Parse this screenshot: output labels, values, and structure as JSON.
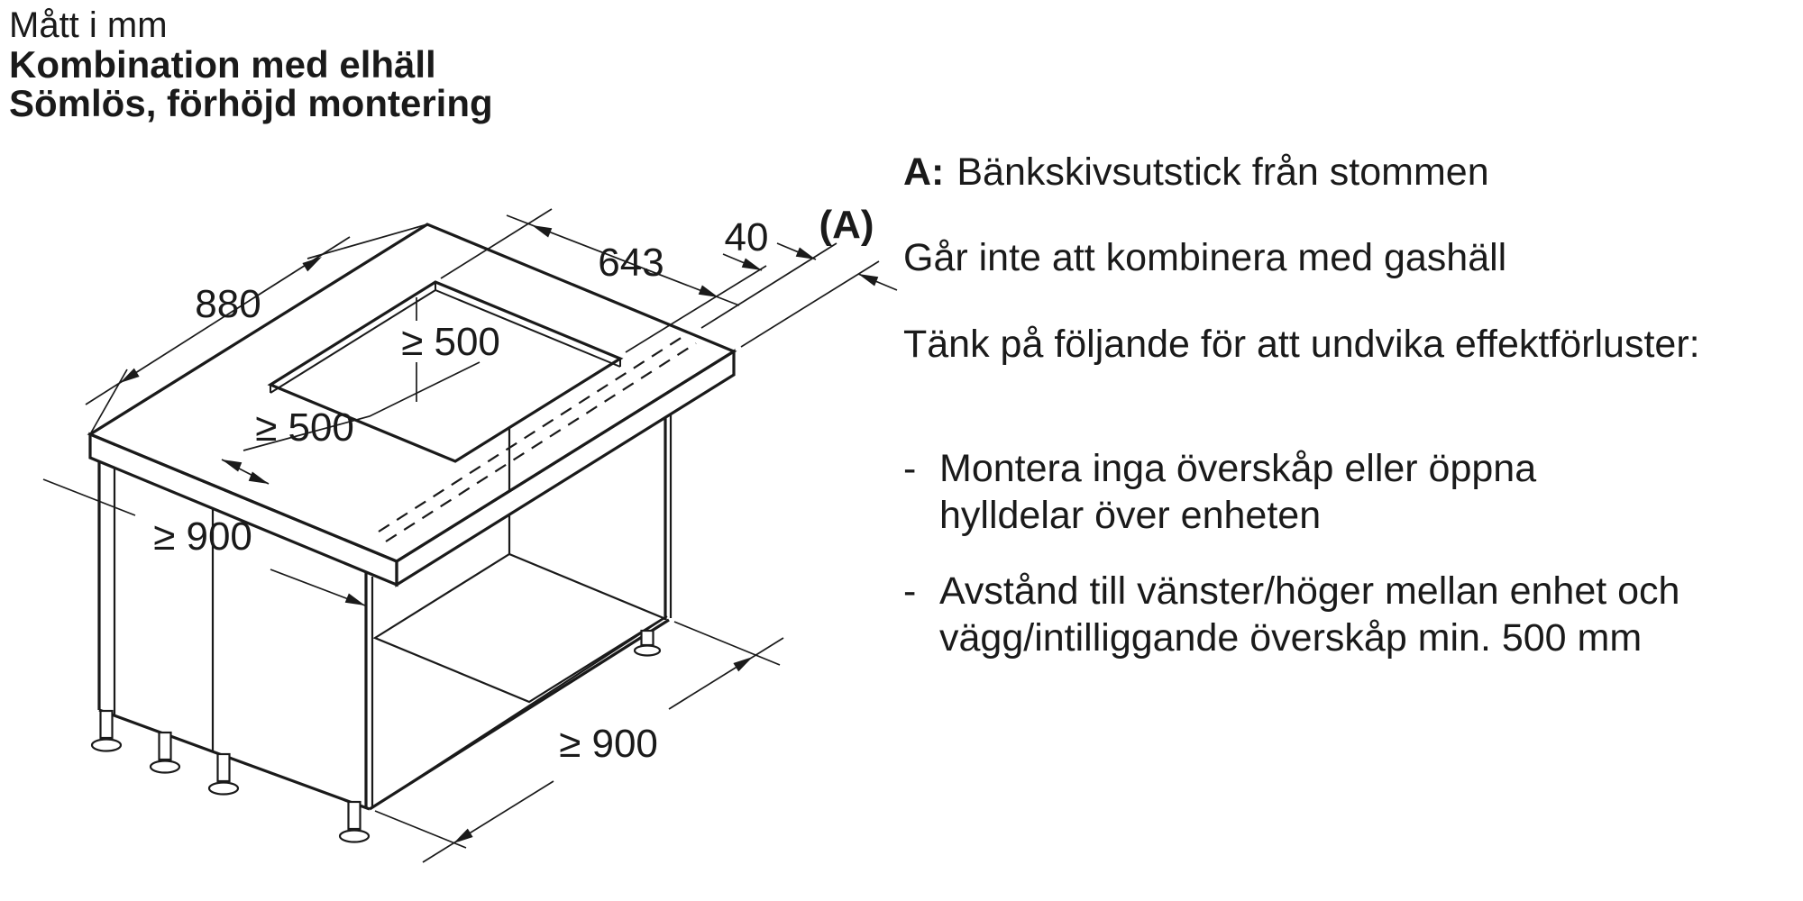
{
  "title": {
    "size_note": "Mått i mm",
    "line1": "Kombination med elhäll",
    "line2": "Sömlös, förhöjd montering"
  },
  "colors": {
    "ink": "#1a1a1a",
    "background": "#ffffff"
  },
  "diagram": {
    "labels": {
      "worktop_depth": "880",
      "cutout_width": "643",
      "front_strip": "40",
      "overhang": "(A)",
      "clearance_back": "≥ 500",
      "clearance_left": "≥ 500",
      "cabinet_width_front": "≥ 900",
      "cabinet_width_bottom": "≥ 900"
    }
  },
  "notes": {
    "a_key": "A:",
    "a_value": "Bänkskivsutstick från stommen",
    "no_gas": "Går inte att kombinera med gashäll",
    "tips_heading": "Tänk på följande för att undvika effektförluster:",
    "bullets": [
      {
        "marker": "-",
        "lines": [
          "Montera inga överskåp eller öppna",
          "hylldelar över enheten"
        ]
      },
      {
        "marker": "-",
        "lines": [
          "Avstånd till vänster/höger mellan enhet och",
          "vägg/intilliggande överskåp min. 500 mm"
        ]
      }
    ]
  }
}
